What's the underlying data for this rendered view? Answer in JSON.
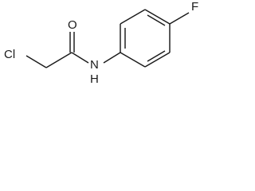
{
  "molecule": {
    "atoms": {
      "chlorine": "Cl",
      "oxygen": "O",
      "nitrogen": "N",
      "hydrogen": "H",
      "fluorine": "F"
    }
  }
}
